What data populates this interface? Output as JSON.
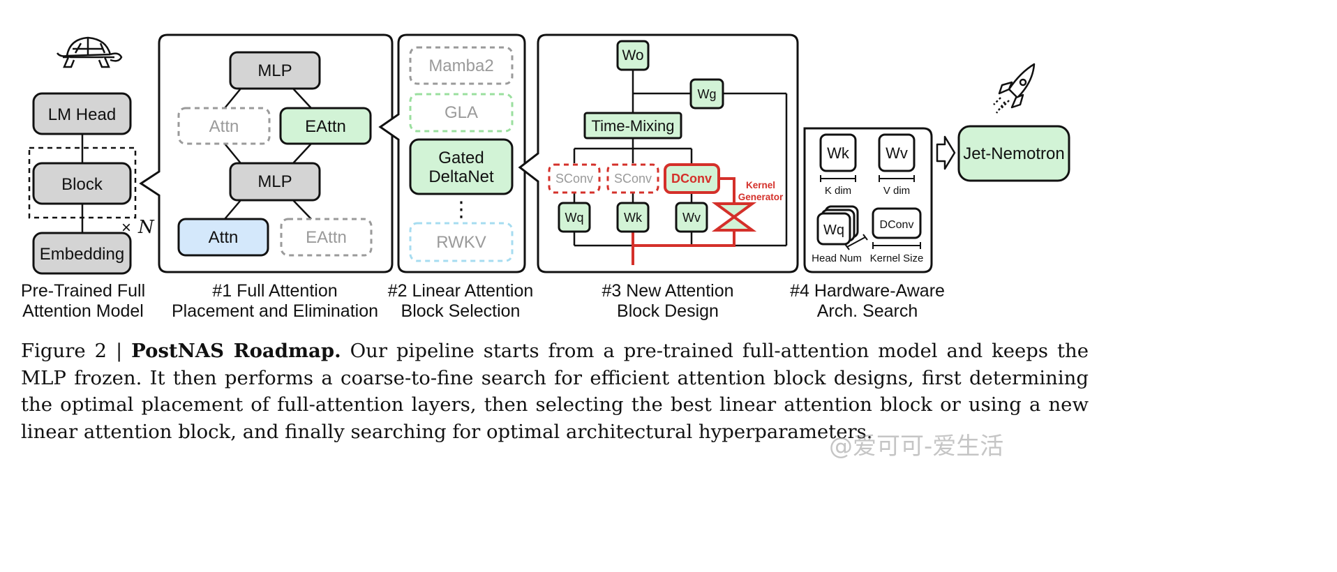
{
  "stage0": {
    "lm_head": "LM Head",
    "block": "Block",
    "repeat": "×",
    "repeat_n": "N",
    "embedding": "Embedding",
    "caption_line1": "Pre-Trained Full",
    "caption_line2": "Attention Model"
  },
  "stage1": {
    "mlp_top": "MLP",
    "attn_top": "Attn",
    "eattn_top": "EAttn",
    "mlp_bottom": "MLP",
    "attn_bottom": "Attn",
    "eattn_bottom": "EAttn",
    "caption_line1": "#1 Full Attention",
    "caption_line2": "Placement and Elimination"
  },
  "stage2": {
    "mamba": "Mamba2",
    "gla": "GLA",
    "gated_line1": "Gated",
    "gated_line2": "DeltaNet",
    "ellipsis": "⋮",
    "rwkv": "RWKV",
    "caption_line1": "#2 Linear Attention",
    "caption_line2": "Block Selection"
  },
  "stage3": {
    "wo": "Wo",
    "wg": "Wg",
    "time_mixing": "Time-Mixing",
    "sconv1": "SConv",
    "sconv2": "SConv",
    "dconv": "DConv",
    "kernel_line1": "Kernel",
    "kernel_line2": "Generator",
    "wq": "Wq",
    "wk": "Wk",
    "wv": "Wv",
    "caption_line1": "#3 New Attention",
    "caption_line2": "Block Design"
  },
  "stage4": {
    "wk": "Wk",
    "wv": "Wv",
    "k_dim": "K dim",
    "v_dim": "V dim",
    "wq": "Wq",
    "dconv": "DConv",
    "head_num": "Head Num",
    "kernel_size": "Kernel Size",
    "caption_line1": "#4 Hardware-Aware",
    "caption_line2": "Arch. Search"
  },
  "result": {
    "label": "Jet-Nemotron"
  },
  "caption": {
    "prefix": "Figure 2 | ",
    "title": "PostNAS Roadmap.",
    "body": " Our pipeline starts from a pre-trained full-attention model and keeps the MLP frozen. It then performs a coarse-to-fine search for efficient attention block designs, first determining the optimal placement of full-attention layers, then selecting the best linear attention block or using a new linear attention block, and finally searching for optimal architectural hyperparameters."
  },
  "watermark": "@爱可可-爱生活",
  "icons": {
    "turtle": "turtle-icon",
    "rocket": "rocket-icon",
    "arrow": "right-arrow-icon"
  },
  "colors": {
    "gray_box": "#d4d4d4",
    "green_box": "#d2f3d6",
    "blue_box": "#d4e8fb",
    "red_accent": "#d4302a"
  }
}
